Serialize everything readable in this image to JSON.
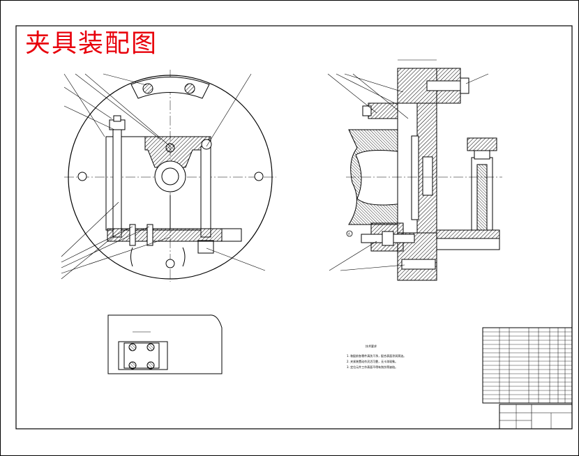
{
  "drawing": {
    "title": "夹具装配图",
    "accent_color": "#e8000b",
    "line_color": "#000000",
    "background": "#ffffff",
    "tech_notes_heading": "技术要求",
    "tech_notes": [
      "1. 装配前各零件清洗干净，配合表面涂润滑油。",
      "2. 夹紧装置动作灵活可靠，无卡滞现象。",
      "3. 定位元件工作表面不得有划伤等缺陷。"
    ],
    "section_label": "A"
  }
}
